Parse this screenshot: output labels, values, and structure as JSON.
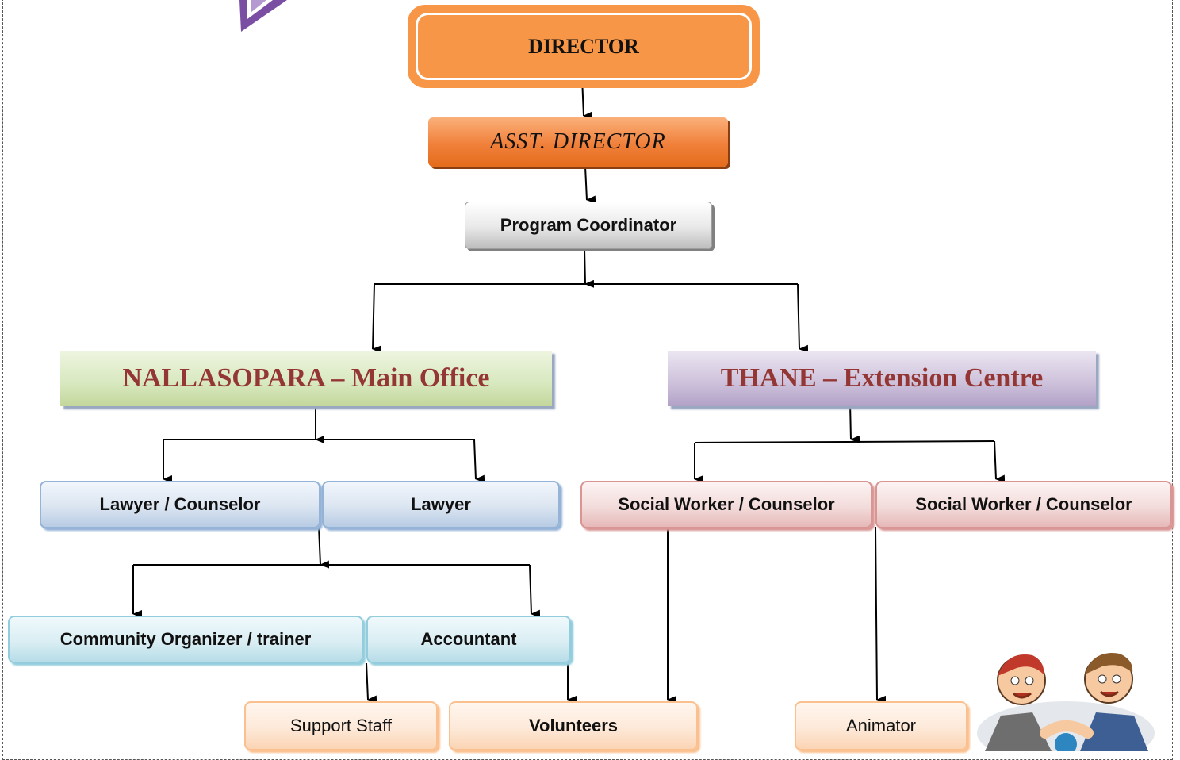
{
  "chart": {
    "nodes": {
      "director": "DIRECTOR",
      "asst_director": "ASST. DIRECTOR",
      "program_coordinator": "Program Coordinator",
      "main_office": "NALLASOPARA – Main Office",
      "extension_centre": "THANE – Extension Centre",
      "lawyer_counselor": "Lawyer / Counselor",
      "lawyer": "Lawyer",
      "social_worker_1": "Social Worker / Counselor",
      "social_worker_2": "Social Worker / Counselor",
      "community_organizer": "Community Organizer / trainer",
      "accountant": "Accountant",
      "support_staff": "Support Staff",
      "volunteers": "Volunteers",
      "animator": "Animator"
    },
    "edges": [
      [
        "director",
        "asst_director"
      ],
      [
        "asst_director",
        "program_coordinator"
      ],
      [
        "program_coordinator",
        "main_office"
      ],
      [
        "program_coordinator",
        "extension_centre"
      ],
      [
        "main_office",
        "lawyer_counselor"
      ],
      [
        "main_office",
        "lawyer"
      ],
      [
        "extension_centre",
        "social_worker_1"
      ],
      [
        "extension_centre",
        "social_worker_2"
      ],
      [
        "lawyer_counselor",
        "community_organizer"
      ],
      [
        "lawyer_counselor",
        "accountant"
      ],
      [
        "community_organizer",
        "support_staff"
      ],
      [
        "accountant",
        "volunteers"
      ],
      [
        "social_worker_1",
        "volunteers"
      ],
      [
        "social_worker_2",
        "animator"
      ]
    ],
    "colors": {
      "director": "#f79646",
      "asst_director": "#f0803a",
      "program_coordinator": "#e8e8e8",
      "main_office": "#d7e8be",
      "extension_centre": "#ccc0da",
      "office_text": "#943634",
      "lawyer_boxes": "#dbe5f1",
      "social_worker_boxes": "#f2dcdb",
      "staff_boxes": "#daeef3",
      "bottom_boxes": "#fde9d9"
    }
  }
}
